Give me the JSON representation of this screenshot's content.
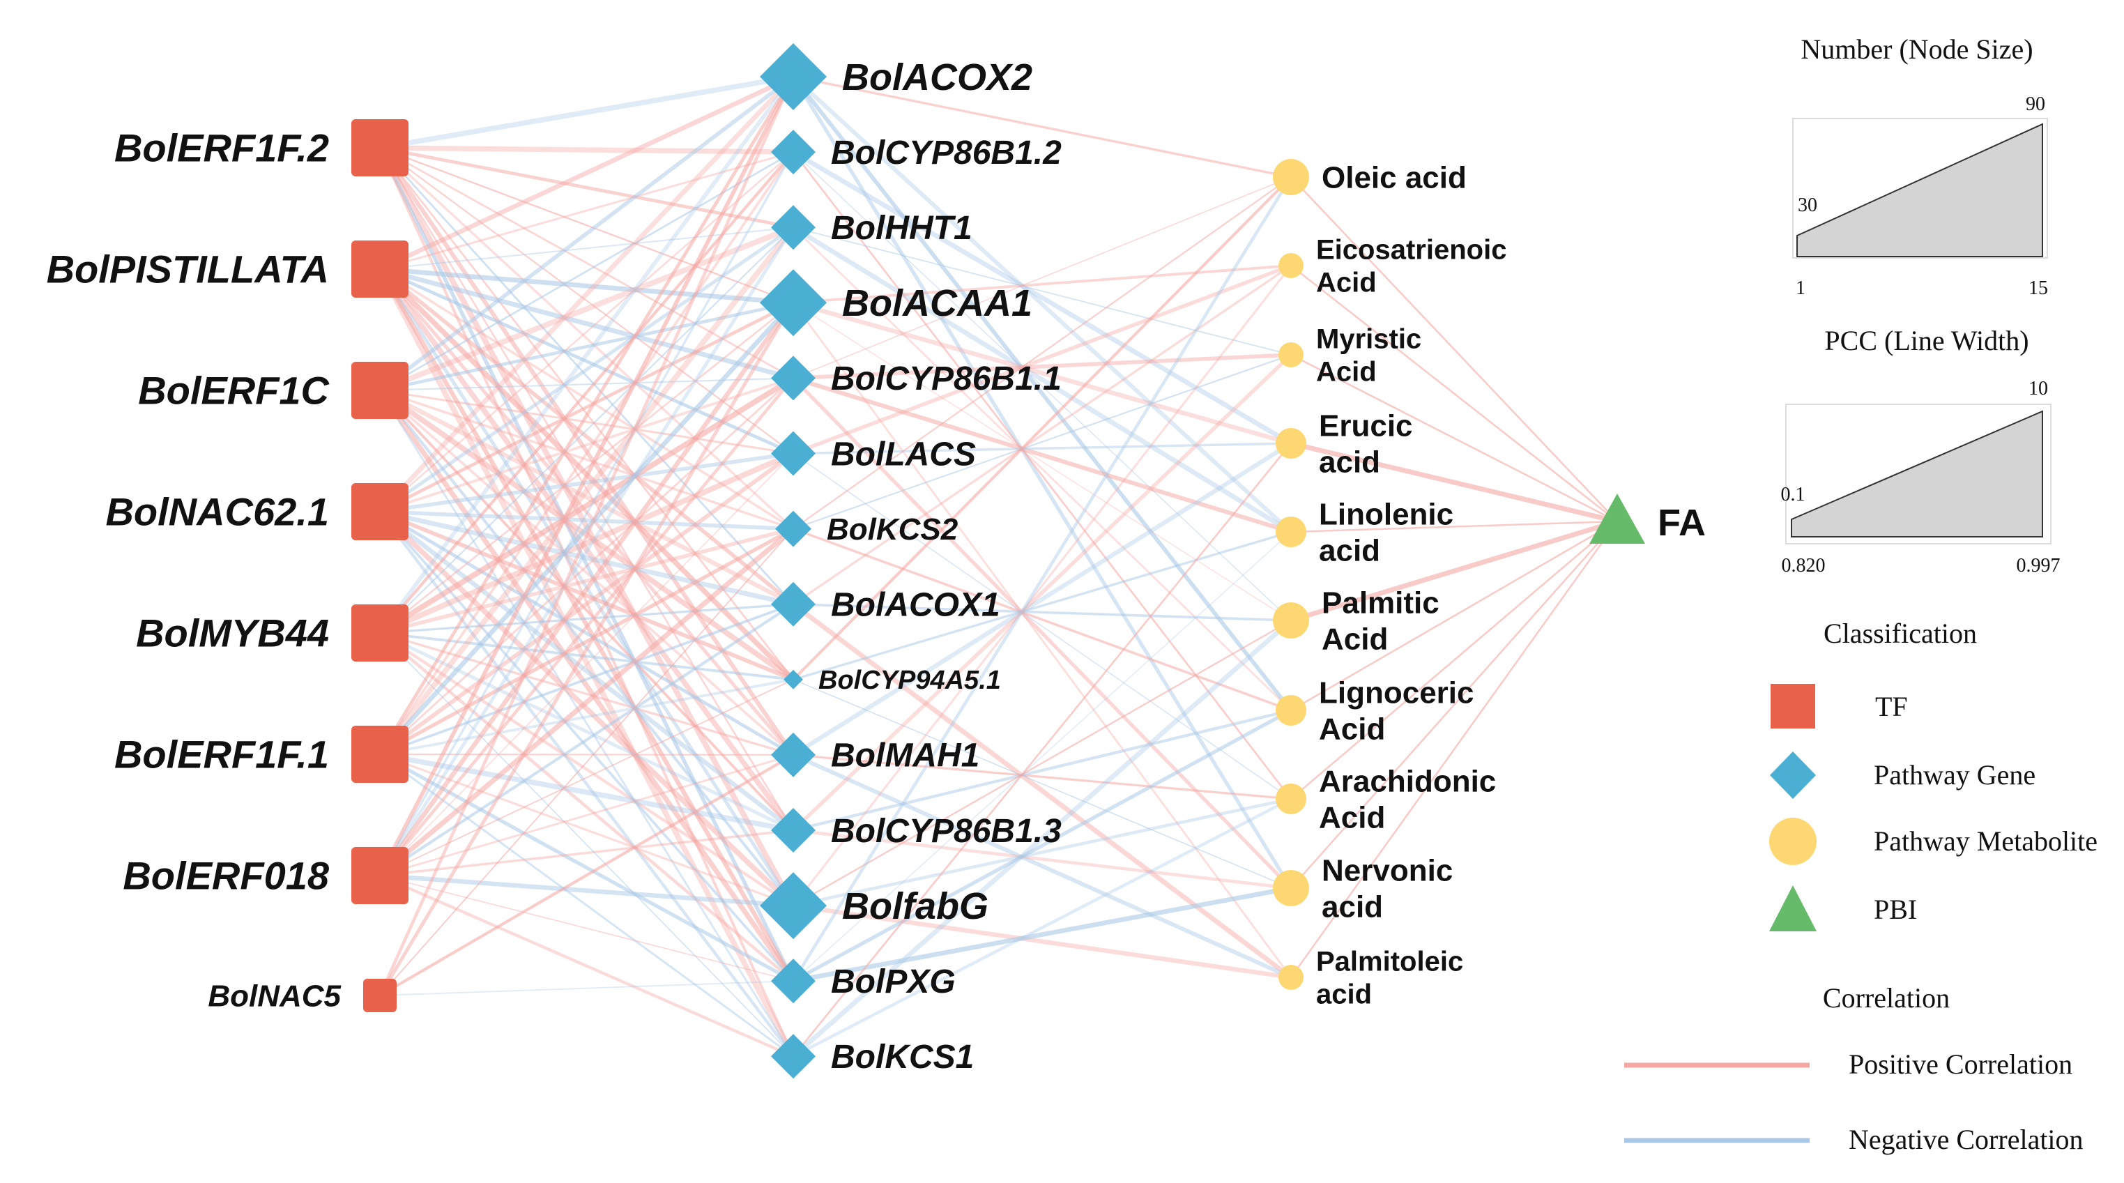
{
  "colors": {
    "tf": "#E8614A",
    "gene": "#4BAFD4",
    "metabolite": "#FDD872",
    "pbi": "#66BB6A",
    "positive": "#F4A7A3",
    "negative": "#A9C8E6"
  },
  "tfs": [
    {
      "label": "BolERF1F.2",
      "size": "large"
    },
    {
      "label": "BolPISTILLATA",
      "size": "large"
    },
    {
      "label": "BolERF1C",
      "size": "large"
    },
    {
      "label": "BolNAC62.1",
      "size": "large"
    },
    {
      "label": "BolMYB44",
      "size": "large"
    },
    {
      "label": "BolERF1F.1",
      "size": "large"
    },
    {
      "label": "BolERF018",
      "size": "large"
    },
    {
      "label": "BolNAC5",
      "size": "small"
    }
  ],
  "genes": [
    {
      "label": "BolACOX2",
      "size": "large"
    },
    {
      "label": "BolCYP86B1.2",
      "size": "medium"
    },
    {
      "label": "BolHHT1",
      "size": "medium"
    },
    {
      "label": "BolACAA1",
      "size": "large"
    },
    {
      "label": "BolCYP86B1.1",
      "size": "medium"
    },
    {
      "label": "BolLACS",
      "size": "medium"
    },
    {
      "label": "BolKCS2",
      "size": "medium-small"
    },
    {
      "label": "BolACOX1",
      "size": "medium"
    },
    {
      "label": "BolCYP94A5.1",
      "size": "tiny"
    },
    {
      "label": "BolMAH1",
      "size": "medium"
    },
    {
      "label": "BolCYP86B1.3",
      "size": "medium"
    },
    {
      "label": "BolfabG",
      "size": "large"
    },
    {
      "label": "BolPXG",
      "size": "medium"
    },
    {
      "label": "BolKCS1",
      "size": "medium"
    }
  ],
  "metabolites": [
    {
      "label_lines": [
        "Oleic acid"
      ],
      "size": "large"
    },
    {
      "label_lines": [
        "Eicosatrienoic",
        "Acid"
      ],
      "size": "small"
    },
    {
      "label_lines": [
        "Myristic",
        "Acid"
      ],
      "size": "small"
    },
    {
      "label_lines": [
        "Erucic",
        "acid"
      ],
      "size": "medium"
    },
    {
      "label_lines": [
        "Linolenic",
        "acid"
      ],
      "size": "medium"
    },
    {
      "label_lines": [
        "Palmitic",
        "Acid"
      ],
      "size": "large"
    },
    {
      "label_lines": [
        "Lignoceric",
        "Acid"
      ],
      "size": "medium"
    },
    {
      "label_lines": [
        "Arachidonic",
        "Acid"
      ],
      "size": "medium"
    },
    {
      "label_lines": [
        "Nervonic",
        "acid"
      ],
      "size": "large"
    },
    {
      "label_lines": [
        "Palmitoleic",
        "acid"
      ],
      "size": "small"
    }
  ],
  "pbi": {
    "label": "FA"
  },
  "legend": {
    "node_size": {
      "title": "Number (Node Size)",
      "min_label": "30",
      "max_label": "90",
      "x_min": "1",
      "x_max": "15"
    },
    "line_width": {
      "title": "PCC (Line Width)",
      "min_label": "0.1",
      "max_label": "10",
      "x_min": "0.820",
      "x_max": "0.997"
    },
    "classification": {
      "title": "Classification",
      "items": [
        {
          "shape": "square",
          "label": "TF"
        },
        {
          "shape": "diamond",
          "label": "Pathway Gene"
        },
        {
          "shape": "circle",
          "label": "Pathway Metabolite"
        },
        {
          "shape": "triangle",
          "label": "PBI"
        }
      ]
    },
    "correlation": {
      "title": "Correlation",
      "items": [
        {
          "type": "positive",
          "label": "Positive Correlation"
        },
        {
          "type": "negative",
          "label": "Negative Correlation"
        }
      ]
    }
  }
}
